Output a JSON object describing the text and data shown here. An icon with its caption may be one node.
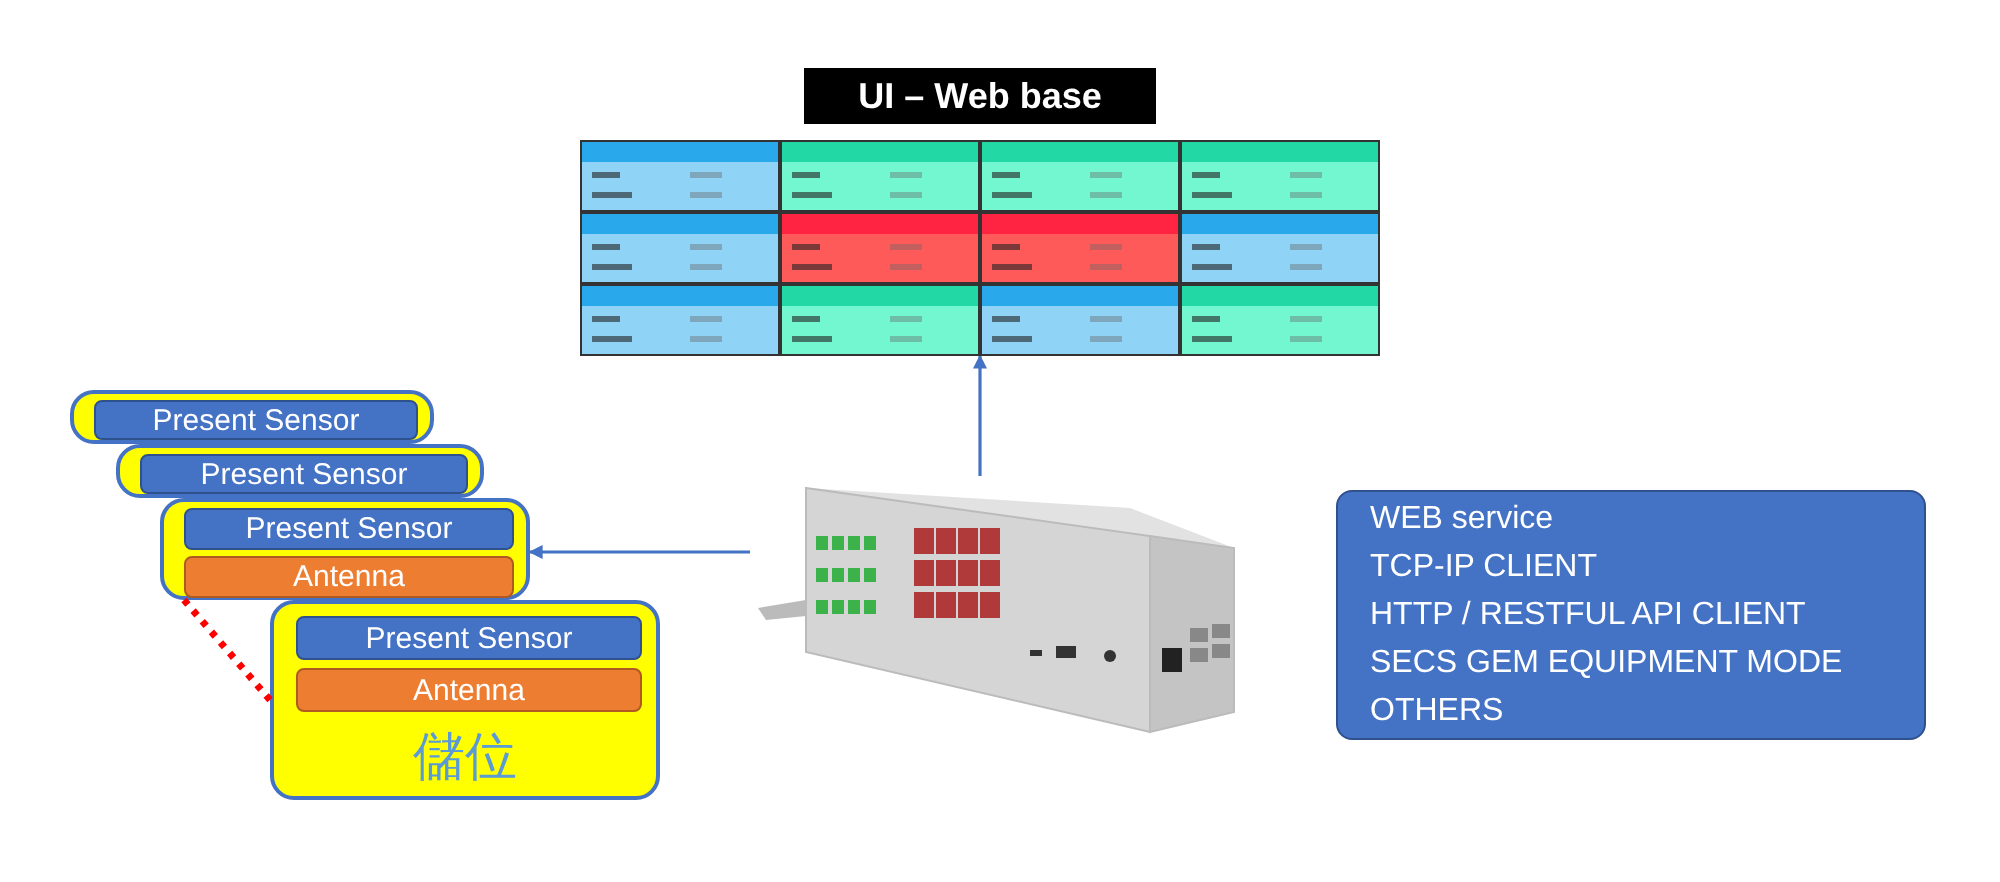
{
  "diagram": {
    "nodes": [
      {
        "text": [
          "UI – Web base"
        ]
      },
      {
        "text": [],
        "shape": "picture"
      },
      {
        "text": [],
        "shape": "box"
      },
      {
        "text": [
          "Present Sensor"
        ],
        "in": 2
      },
      {
        "text": [],
        "shape": "box"
      },
      {
        "text": [
          "Present Sensor"
        ],
        "in": 4
      },
      {
        "text": [],
        "shape": "box"
      },
      {
        "text": [
          "Present Sensor"
        ],
        "in": 6
      },
      {
        "text": [
          "Antenna"
        ],
        "in": 6
      },
      {
        "text": [
          "儲位"
        ]
      },
      {
        "text": [
          "Present Sensor"
        ],
        "in": 9
      },
      {
        "text": [
          "Antenna"
        ],
        "in": 9
      },
      {
        "text": [],
        "shape": "picture"
      },
      {
        "text": [
          "WEB service",
          "TCP-IP CLIENT",
          "HTTP / RESTFUL API CLIENT",
          "SECS GEM EQUIPMENT MODE",
          "OTHERS"
        ]
      }
    ],
    "edges": [
      {
        "from": 12,
        "to": 1,
        "arrow": "to"
      },
      {
        "from": 12,
        "to": 6,
        "arrow": "to"
      },
      {
        "from": 6,
        "to": 9,
        "arrow": "none",
        "style": "dashed",
        "color": "#ff0000"
      }
    ]
  }
}
